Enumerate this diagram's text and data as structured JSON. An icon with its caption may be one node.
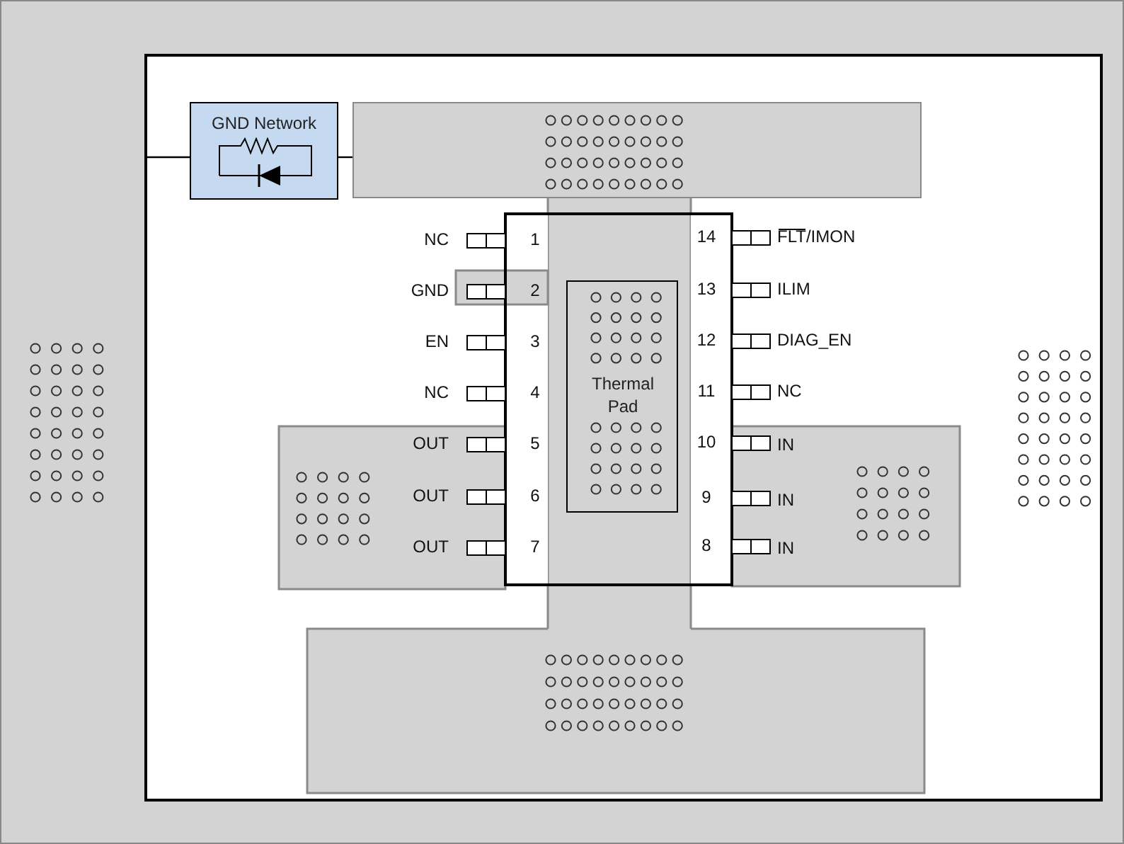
{
  "diagram": {
    "nodes": [
      {
        "text": [
          "GND Network"
        ]
      },
      {
        "text": [],
        "shape": "box"
      },
      {
        "text": [
          "Thermal Pad"
        ]
      }
    ],
    "edges": [
      {
        "from": null,
        "to": 0,
        "arrow": "none"
      },
      {
        "from": 0,
        "to": 1,
        "arrow": "none"
      }
    ],
    "labels": [
      "NC",
      "1",
      "14",
      "FLT/IMON",
      "GND",
      "2",
      "13",
      "ILIM",
      "EN",
      "3",
      "12",
      "DIAG_EN",
      "NC",
      "4",
      "11",
      "NC",
      "OUT",
      "5",
      "10",
      "IN",
      "OUT",
      "6",
      "9",
      "IN",
      "OUT",
      "7",
      "8",
      "IN"
    ]
  }
}
